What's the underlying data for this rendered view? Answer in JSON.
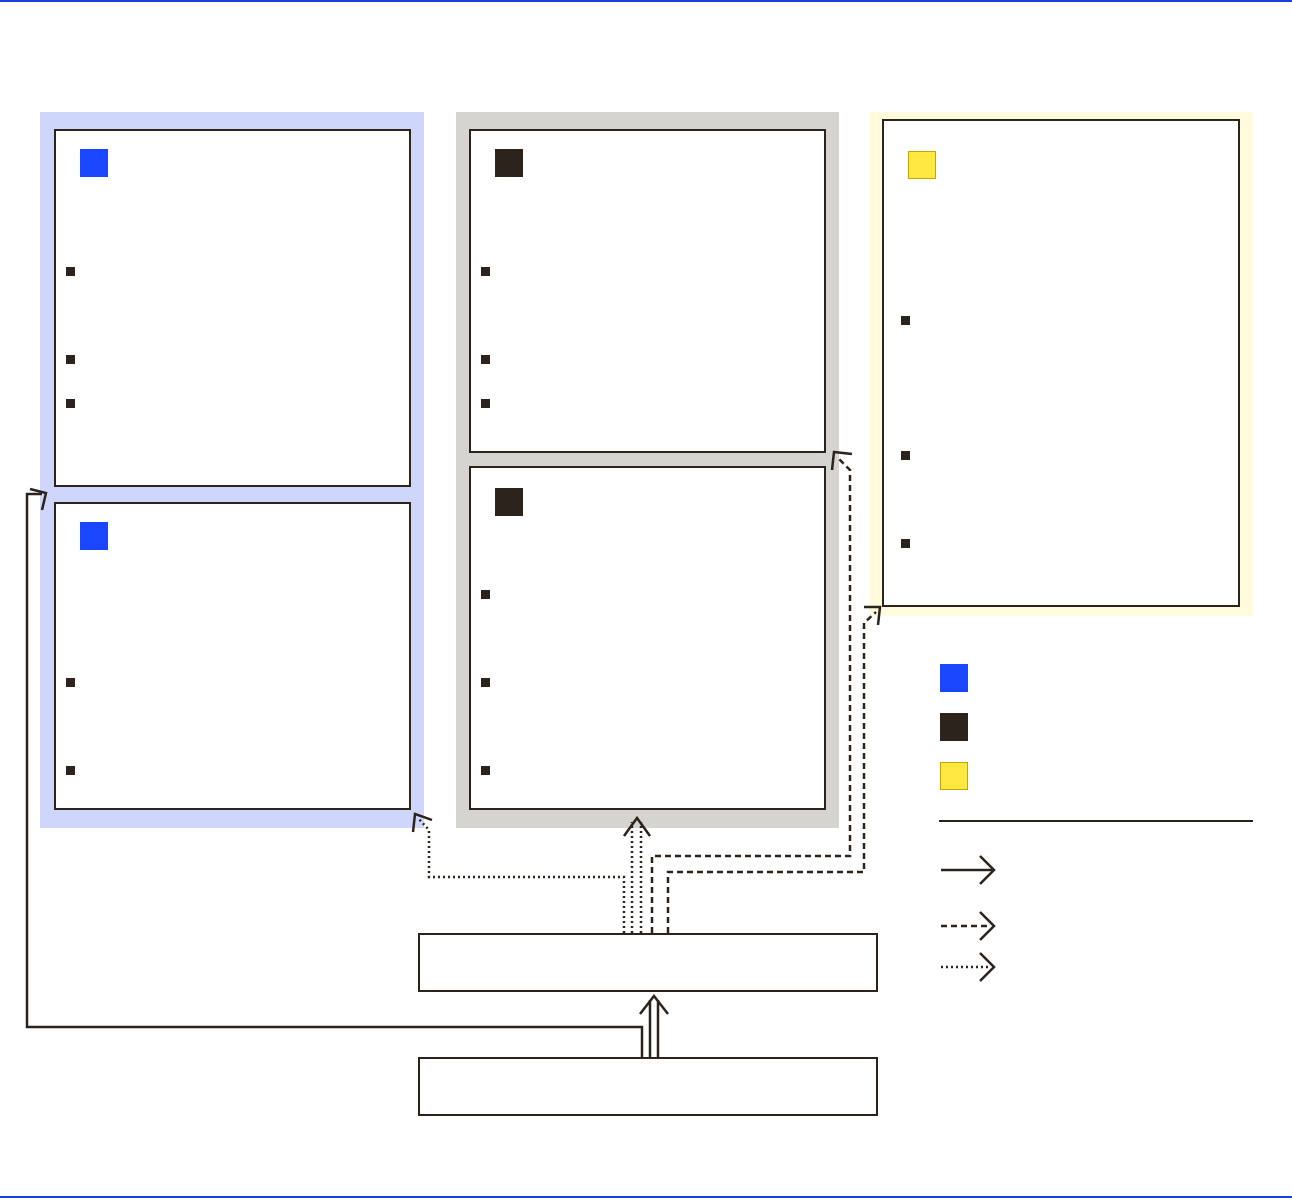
{
  "colors": {
    "rule": "#1a3fe0",
    "blue": "#1a46ff",
    "blue_bg": "#cfd6fb",
    "dark": "#2b231c",
    "gray_bg": "#d5d4d0",
    "yellow": "#ffe83f",
    "yellow_bg": "#fffbdc"
  },
  "groups": [
    {
      "id": "group-blue",
      "color": "blue_bg"
    },
    {
      "id": "group-gray",
      "color": "gray_bg"
    },
    {
      "id": "group-yellow",
      "color": "yellow_bg"
    }
  ],
  "cards": [
    {
      "id": "card-blue-top",
      "swatch": "blue",
      "title": "",
      "items": [
        "",
        "",
        ""
      ]
    },
    {
      "id": "card-blue-bottom",
      "swatch": "blue",
      "title": "",
      "items": [
        "",
        ""
      ]
    },
    {
      "id": "card-dark-top",
      "swatch": "dark",
      "title": "",
      "items": [
        "",
        "",
        ""
      ]
    },
    {
      "id": "card-dark-bottom",
      "swatch": "dark",
      "title": "",
      "items": [
        "",
        "",
        ""
      ]
    },
    {
      "id": "card-yellow",
      "swatch": "yellow",
      "title": "",
      "items": [
        "",
        "",
        ""
      ]
    }
  ],
  "bars": [
    {
      "id": "bar-middle",
      "label": ""
    },
    {
      "id": "bar-bottom",
      "label": ""
    }
  ],
  "legend": {
    "swatches": [
      {
        "color": "blue",
        "label": ""
      },
      {
        "color": "dark",
        "label": ""
      },
      {
        "color": "yellow",
        "label": ""
      }
    ],
    "arrows": [
      {
        "style": "solid",
        "label": ""
      },
      {
        "style": "dashed",
        "label": ""
      },
      {
        "style": "dotted",
        "label": ""
      }
    ]
  }
}
